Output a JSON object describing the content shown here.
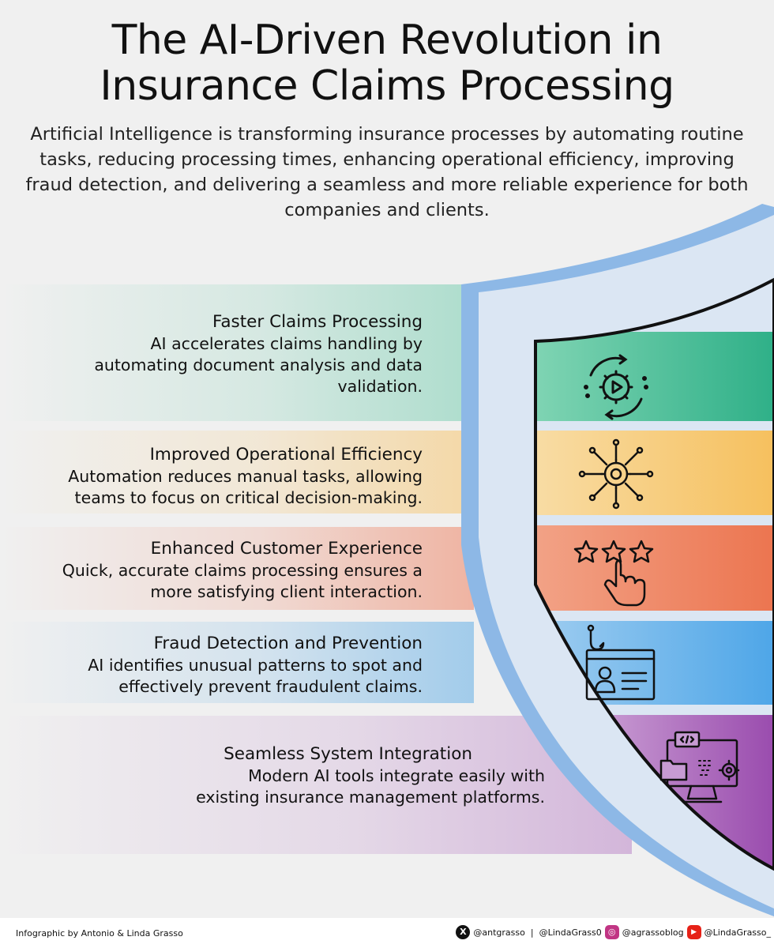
{
  "header": {
    "title_line1": "The AI-Driven Revolution in",
    "title_line2": "Insurance Claims Processing",
    "subtitle": "Artificial Intelligence is transforming insurance processes by automating routine tasks, reducing processing times, enhancing operational efficiency, improving fraud detection, and delivering a seamless and more reliable experience for both companies and clients."
  },
  "sections": [
    {
      "title": "Faster Claims Processing",
      "description": "AI accelerates claims handling by automating document analysis and data validation.",
      "icon": "gear-play-cycle-icon",
      "color": "#5cc6a2"
    },
    {
      "title": "Improved Operational Efficiency",
      "description": "Automation reduces manual tasks, allowing teams to focus on critical decision-making.",
      "icon": "gear-network-icon",
      "color": "#f7c46a"
    },
    {
      "title": "Enhanced Customer Experience",
      "description": "Quick, accurate claims processing ensures a more satisfying client interaction.",
      "icon": "star-rating-hand-icon",
      "color": "#ee8262"
    },
    {
      "title": "Fraud Detection and Prevention",
      "description": "AI identifies unusual patterns to spot and effectively prevent fraudulent claims.",
      "icon": "phishing-id-card-icon",
      "color": "#62aee6"
    },
    {
      "title": "Seamless System Integration",
      "description": "Modern AI tools integrate easily with existing insurance management platforms.",
      "icon": "computer-code-integration-icon",
      "color": "#b67cc4"
    }
  ],
  "colors": {
    "shield_outer": "#8db8e6",
    "shield_inner": "#dbe6f3",
    "background": "#f0f0f0"
  },
  "footer": {
    "credit": "Infographic by Antonio & Linda Grasso",
    "x_handle": "@antgrasso",
    "separator": "|",
    "x_handle2": "@LindaGrass0",
    "instagram": "@agrassoblog",
    "youtube": "@LindaGrasso_"
  }
}
